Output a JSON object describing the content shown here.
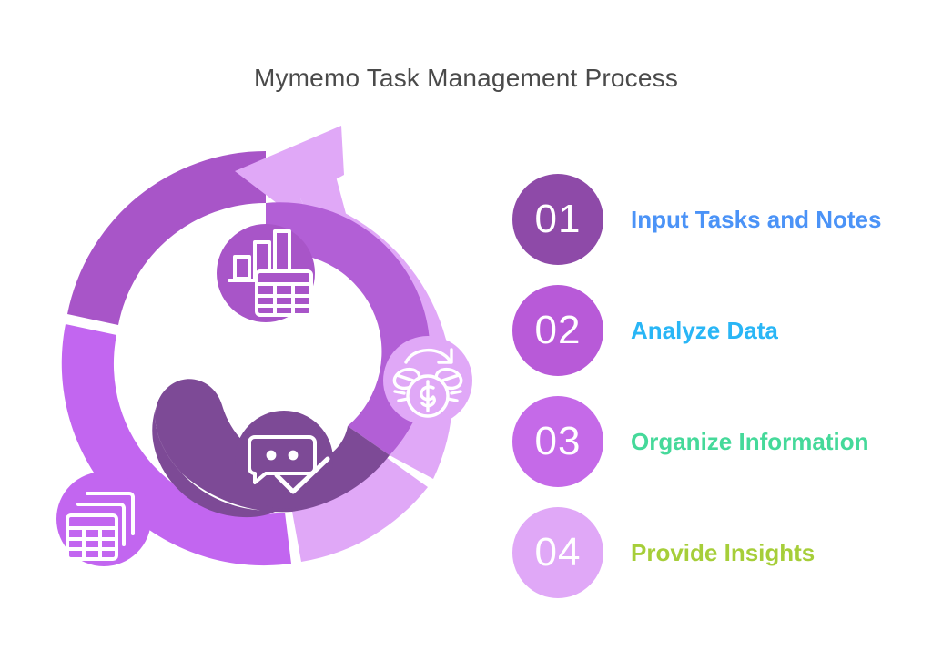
{
  "header": {
    "title": "Mymemo Task Management Process"
  },
  "theme": {
    "background": "#ffffff",
    "title_color": "#4a4a4a",
    "segment_1_color": "#a855c8",
    "segment_2_color": "#c266f0",
    "segment_3_color": "#d98ef5",
    "segment_4_color": "#e0a8f7",
    "inner_swirl_color": "#7d4a96",
    "inner_ring_top_color": "#b25fd6",
    "arrow_color": "#e0a8f7",
    "icon_stroke": "#ffffff"
  },
  "legend": {
    "items": [
      {
        "number": "01",
        "label": "Input Tasks and Notes",
        "badge_color": "#8e4aa8",
        "label_color": "#4b93f7"
      },
      {
        "number": "02",
        "label": "Analyze Data",
        "badge_color": "#b85ad8",
        "label_color": "#29b6f6"
      },
      {
        "number": "03",
        "label": "Organize Information",
        "badge_color": "#c56ae8",
        "label_color": "#45d99a"
      },
      {
        "number": "04",
        "label": "Provide Insights",
        "badge_color": "#e0a8f7",
        "label_color": "#a6ce39"
      }
    ]
  },
  "diagram": {
    "type": "circular-process-cycle",
    "segment_count": 4,
    "direction": "counterclockwise",
    "nodes": [
      {
        "step": "01",
        "icon": "bar-chart-spreadsheet-icon",
        "position": "top",
        "color": "#a855c8"
      },
      {
        "step": "02",
        "icon": "money-exchange-icon",
        "position": "right",
        "color": "#e0a8f7"
      },
      {
        "step": "03",
        "icon": "chat-check-icon",
        "position": "center",
        "color": "#7d4a96"
      },
      {
        "step": "04",
        "icon": "stacked-tables-icon",
        "position": "bottom-left",
        "color": "#c266f0"
      }
    ]
  }
}
